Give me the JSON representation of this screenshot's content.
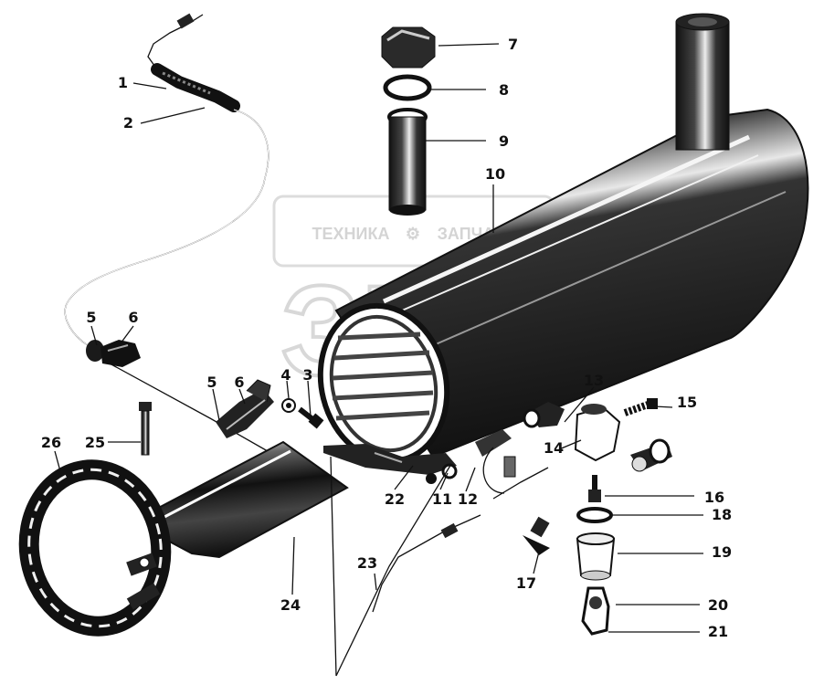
{
  "watermark": {
    "left_text": "ТЕХНИКА",
    "right_text": "ЗАПЧАСТИ",
    "logo": "ЗПП"
  },
  "callouts": [
    "1",
    "2",
    "3",
    "4",
    "5",
    "5",
    "6",
    "6",
    "7",
    "8",
    "9",
    "10",
    "11",
    "12",
    "13",
    "14",
    "15",
    "16",
    "17",
    "18",
    "19",
    "20",
    "21",
    "22",
    "23",
    "24",
    "25",
    "26"
  ],
  "colors": {
    "ink": "#111111",
    "paper": "#ffffff",
    "watermark": "#d4d4d4"
  }
}
